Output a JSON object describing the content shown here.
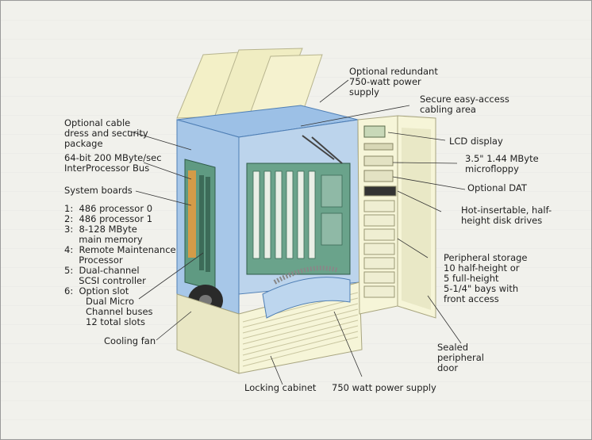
{
  "callouts": {
    "optional_redundant_psu": "Optional redundant\n750-watt power\nsupply",
    "secure_cabling": "Secure easy-access\ncabling area",
    "cable_dress": "Optional cable\ndress and security\npackage",
    "lcd_display": "LCD display",
    "interprocessor_bus": "64-bit 200 MByte/sec\nInterProcessor Bus",
    "microfloppy": "3.5\" 1.44 MByte\nmicrofloppy",
    "system_boards": "System boards",
    "optional_dat": "Optional DAT",
    "board_list": "1:  486 processor 0\n2:  486 processor 1\n3:  8-128 MByte\n     main memory\n4:  Remote Maintenance\n     Processor\n5:  Dual-channel\n     SCSI controller\n6:  Option slot",
    "hot_insertable": "Hot-insertable, half-\nheight disk drives",
    "peripheral_storage": "Peripheral storage\n10 half-height or\n5 full-height\n5-1/4\" bays with\nfront access",
    "dual_micro_channel": "Dual Micro\nChannel buses\n12 total slots",
    "cooling_fan": "Cooling fan",
    "sealed_door": "Sealed\nperipheral\ndoor",
    "locking_cabinet": "Locking cabinet",
    "power_supply_750": "750 watt power supply"
  },
  "colors": {
    "frame_blue": "#7fa9d6",
    "frame_blue_dark": "#4f7fb5",
    "board_green": "#5f9a82",
    "panel_cream": "#f6f5d8",
    "panel_shadow": "#d9d7b3",
    "leader": "#333333"
  }
}
